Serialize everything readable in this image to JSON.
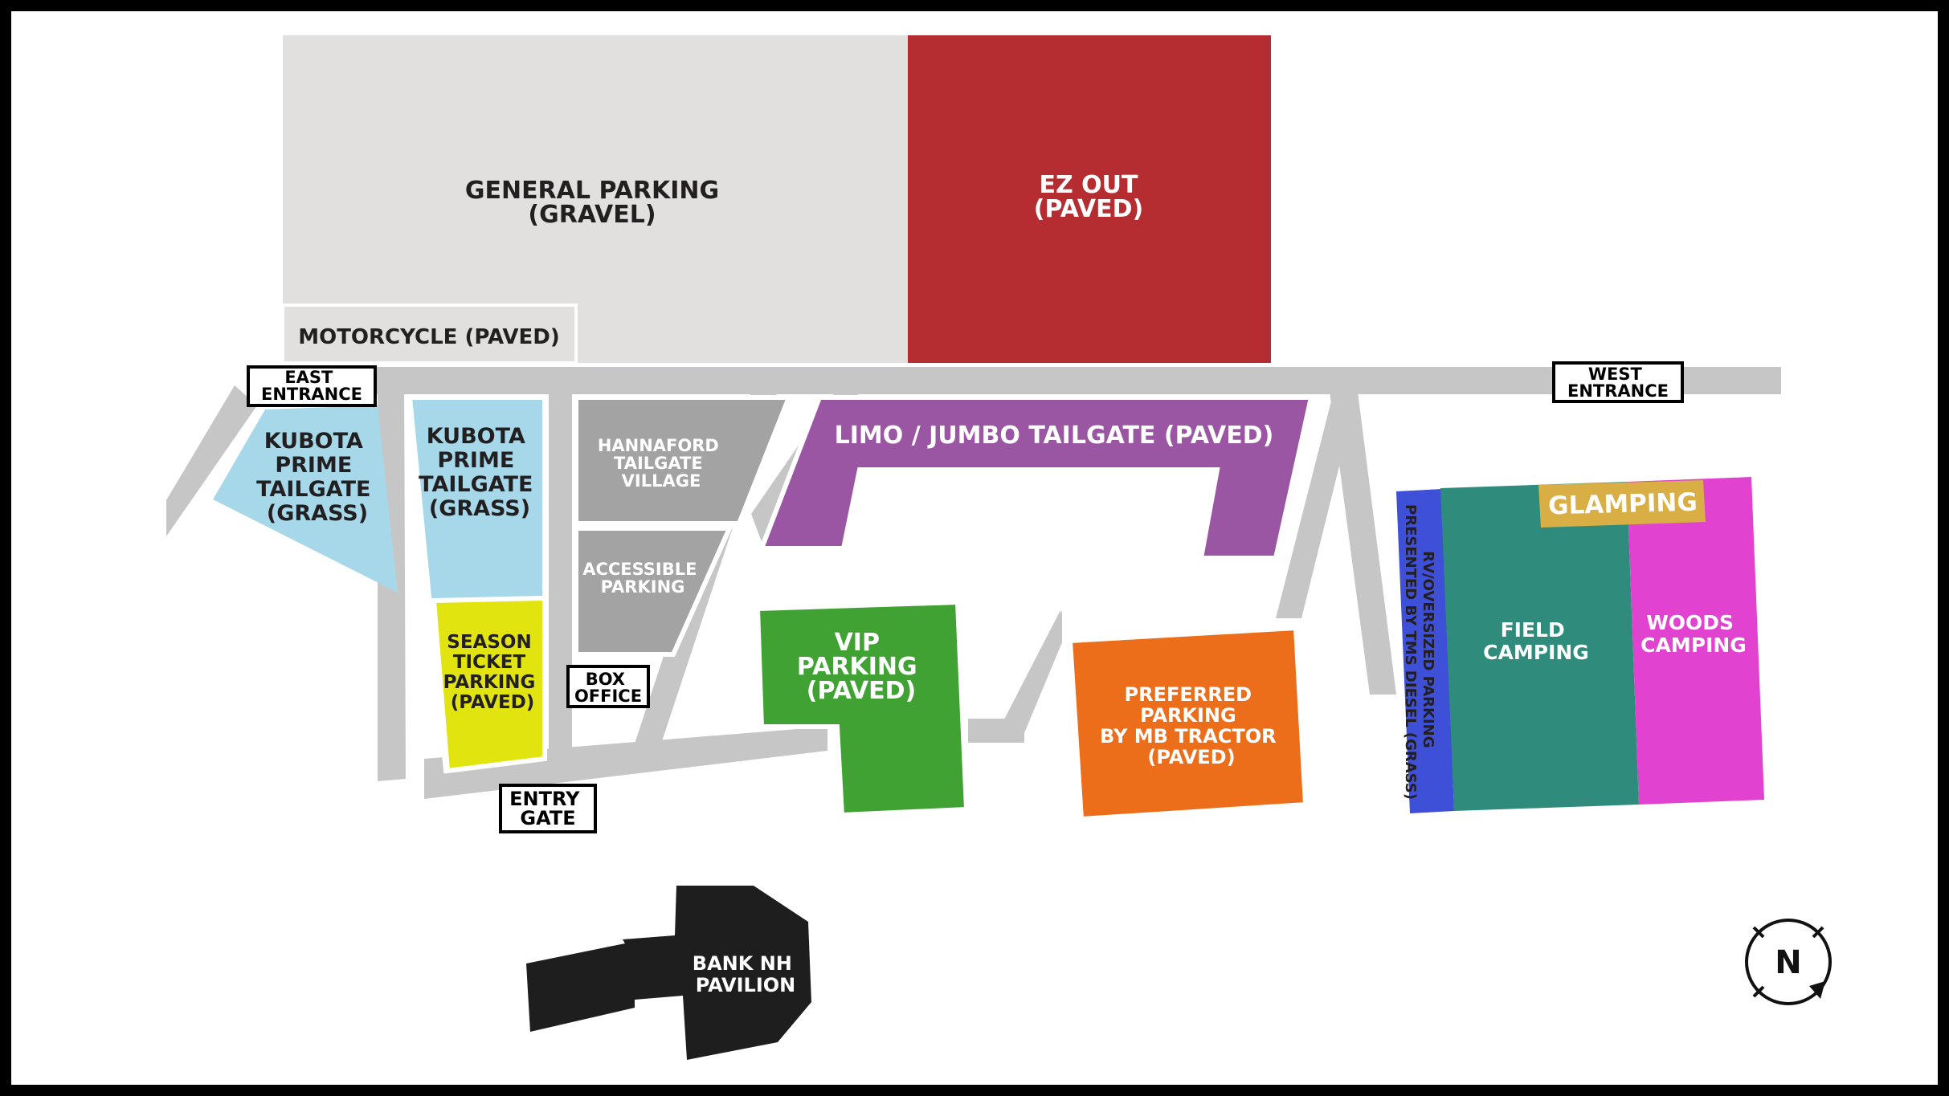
{
  "map": {
    "zones": {
      "general_parking": {
        "lines": [
          "GENERAL PARKING",
          "(GRAVEL)"
        ]
      },
      "ez_out": {
        "lines": [
          "EZ OUT",
          "(PAVED)"
        ]
      },
      "motorcycle": {
        "lines": [
          "MOTORCYCLE (PAVED)"
        ]
      },
      "kubota_left": {
        "lines": [
          "KUBOTA",
          "PRIME",
          "TAILGATE",
          "(GRASS)"
        ]
      },
      "kubota_mid": {
        "lines": [
          "KUBOTA",
          "PRIME",
          "TAILGATE",
          "(GRASS)"
        ]
      },
      "season_ticket": {
        "lines": [
          "SEASON",
          "TICKET",
          "PARKING",
          "(PAVED)"
        ]
      },
      "hannaford": {
        "lines": [
          "HANNAFORD",
          "TAILGATE",
          "VILLAGE"
        ]
      },
      "accessible": {
        "lines": [
          "ACCESSIBLE",
          "PARKING"
        ]
      },
      "limo": {
        "lines": [
          "LIMO / JUMBO TAILGATE (PAVED)"
        ]
      },
      "vip": {
        "lines": [
          "VIP",
          "PARKING",
          "(PAVED)"
        ]
      },
      "preferred": {
        "lines": [
          "PREFERRED",
          "PARKING",
          "BY MB TRACTOR",
          "(PAVED)"
        ]
      },
      "rv": {
        "lines": [
          "RV/OVERSIZED PARKING",
          "PRESENTED BY TMS DIESEL (GRASS)"
        ]
      },
      "field_camping": {
        "lines": [
          "FIELD",
          "CAMPING"
        ]
      },
      "woods_camping": {
        "lines": [
          "WOODS",
          "CAMPING"
        ]
      },
      "glamping": {
        "lines": [
          "GLAMPING"
        ]
      },
      "pavilion": {
        "lines": [
          "BANK NH",
          "PAVILION"
        ]
      }
    },
    "labels": {
      "east_entrance": [
        "EAST",
        "ENTRANCE"
      ],
      "west_entrance": [
        "WEST",
        "ENTRANCE"
      ],
      "box_office": [
        "BOX",
        "OFFICE"
      ],
      "entry_gate": [
        "ENTRY",
        "GATE"
      ]
    },
    "compass": {
      "letter": "N"
    },
    "colors": {
      "gravel": "#e1e0df",
      "ez_out": "#b52d30",
      "road": "#c6c6c6",
      "kubota": "#a6d8ea",
      "season": "#e1e40e",
      "gray_lot": "#a3a3a3",
      "limo": "#9a56a3",
      "vip": "#41a234",
      "preferred": "#ec6d1a",
      "rv": "#3e4fd8",
      "field": "#2f8c7c",
      "woods": "#e142cf",
      "glamping": "#d9ae45",
      "pavilion": "#1e1e1e"
    }
  }
}
